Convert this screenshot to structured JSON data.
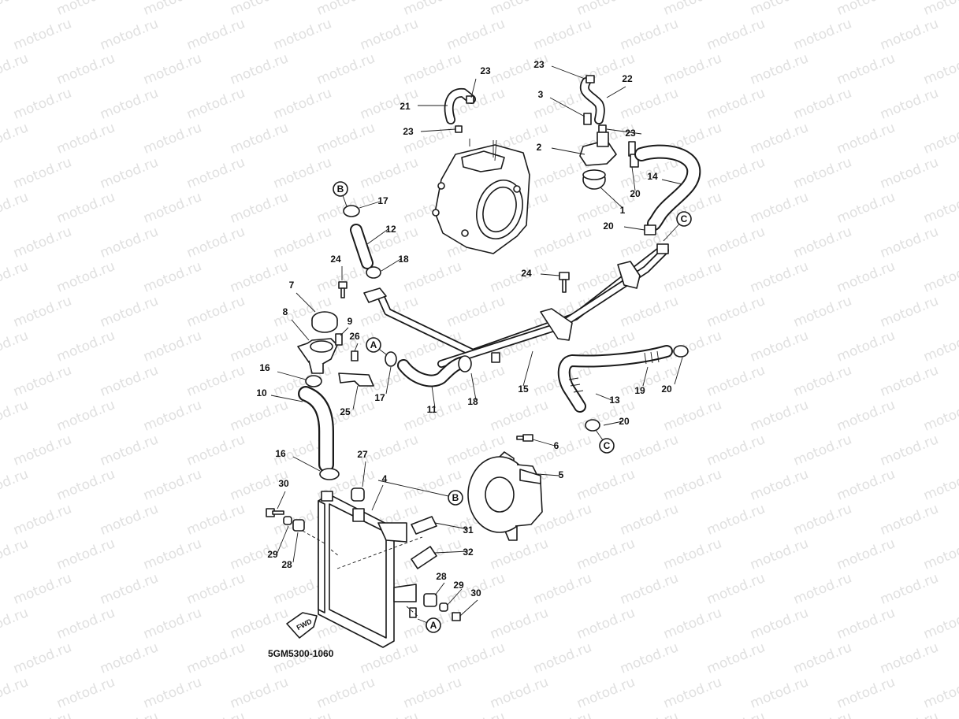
{
  "watermark": "motod.ru",
  "diagram_code": "5GM5300-1060",
  "fwd_label": "FWD",
  "callouts": [
    {
      "part": "cylinder-head",
      "label": "23"
    },
    {
      "part": "hose-21",
      "label": "21"
    },
    {
      "part": "clamp-23-a",
      "label": "23"
    },
    {
      "part": "clamp-23-b",
      "label": "23"
    },
    {
      "part": "hose-22",
      "label": "22"
    },
    {
      "part": "bolt-3",
      "label": "3"
    },
    {
      "part": "clamp-23-c",
      "label": "23"
    },
    {
      "part": "thermostat-cover",
      "label": "2"
    },
    {
      "part": "thermostat",
      "label": "1"
    },
    {
      "part": "hose-14",
      "label": "14"
    },
    {
      "part": "clamp-20-a",
      "label": "20"
    },
    {
      "part": "clamp-20-b",
      "label": "20"
    },
    {
      "part": "clamp-17-a",
      "label": "17"
    },
    {
      "part": "hose-12",
      "label": "12"
    },
    {
      "part": "clamp-18-a",
      "label": "18"
    },
    {
      "part": "bolt-24-a",
      "label": "24"
    },
    {
      "part": "bolt-24-b",
      "label": "24"
    },
    {
      "part": "radiator-cap",
      "label": "7"
    },
    {
      "part": "filler-neck",
      "label": "8"
    },
    {
      "part": "bolt-9",
      "label": "9"
    },
    {
      "part": "bolt-26",
      "label": "26"
    },
    {
      "part": "clamp-16-a",
      "label": "16"
    },
    {
      "part": "bracket-25",
      "label": "25"
    },
    {
      "part": "clamp-17-b",
      "label": "17"
    },
    {
      "part": "hose-11",
      "label": "11"
    },
    {
      "part": "clamp-18-b",
      "label": "18"
    },
    {
      "part": "pipe-15",
      "label": "15"
    },
    {
      "part": "hose-13",
      "label": "13"
    },
    {
      "part": "hose-19",
      "label": "19"
    },
    {
      "part": "clamp-20-c",
      "label": "20"
    },
    {
      "part": "clamp-20-d",
      "label": "20"
    },
    {
      "part": "hose-10",
      "label": "10"
    },
    {
      "part": "bolt-6",
      "label": "6"
    },
    {
      "part": "fan-5",
      "label": "5"
    },
    {
      "part": "clamp-16-b",
      "label": "16"
    },
    {
      "part": "grommet-27",
      "label": "27"
    },
    {
      "part": "radiator-4",
      "label": "4"
    },
    {
      "part": "bolt-30-a",
      "label": "30"
    },
    {
      "part": "collar-29-a",
      "label": "29"
    },
    {
      "part": "damper-28-a",
      "label": "28"
    },
    {
      "part": "switch-31",
      "label": "31"
    },
    {
      "part": "switch-32",
      "label": "32"
    },
    {
      "part": "damper-28-b",
      "label": "28"
    },
    {
      "part": "collar-29-b",
      "label": "29"
    },
    {
      "part": "bolt-30-b",
      "label": "30"
    }
  ],
  "refs": [
    {
      "id": "B",
      "label": "B"
    },
    {
      "id": "C",
      "label": "C"
    },
    {
      "id": "A",
      "label": "A"
    },
    {
      "id": "C",
      "label": "C"
    },
    {
      "id": "B",
      "label": "B"
    },
    {
      "id": "A",
      "label": "A"
    }
  ]
}
